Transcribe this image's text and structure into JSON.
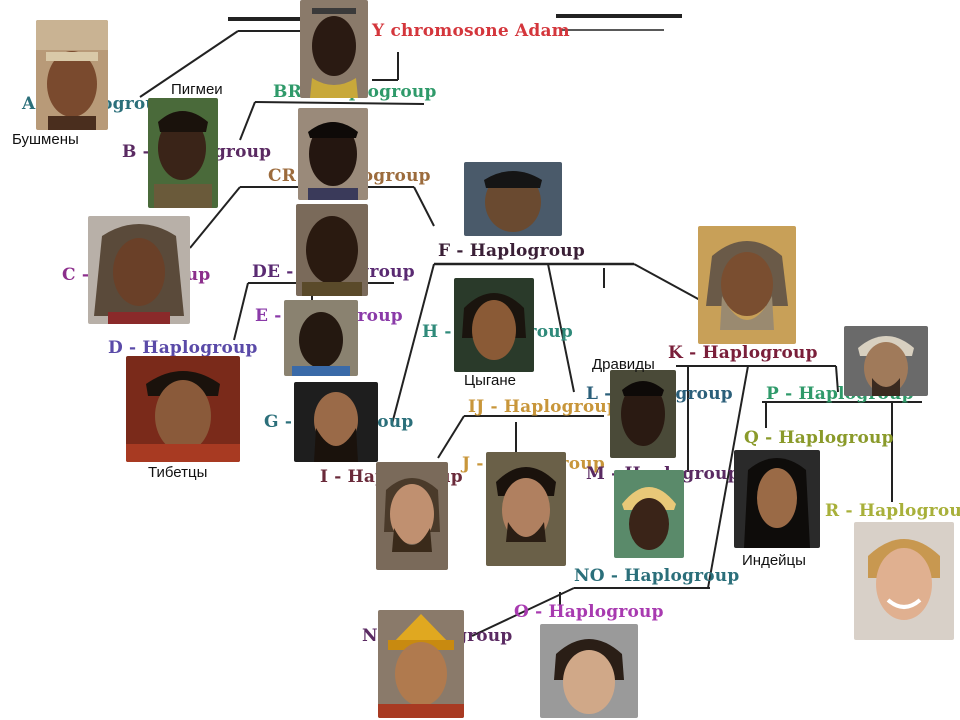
{
  "diagram": {
    "root": {
      "label": "Y chromosone Adam",
      "color": "#d4363c"
    },
    "haplogroups": [
      {
        "key": "A",
        "label": "A - Haplogroup",
        "color": "#2b6f7a"
      },
      {
        "key": "BR",
        "label": "BR - Haplogroup",
        "color": "#2f9a6a"
      },
      {
        "key": "B",
        "label": "B - Haplogroup",
        "color": "#5a2a62"
      },
      {
        "key": "CR",
        "label": "CR - Haplogroup",
        "color": "#9c6b3c"
      },
      {
        "key": "C",
        "label": "C - Haplogroup",
        "color": "#8c2e8c"
      },
      {
        "key": "F",
        "label": "F - Haplogroup",
        "color": "#3a1f36"
      },
      {
        "key": "DE",
        "label": "DE - Haplogroup",
        "color": "#5a2a72"
      },
      {
        "key": "E",
        "label": "E - Haplogroup",
        "color": "#8a3aa8"
      },
      {
        "key": "D",
        "label": "D - Haplogroup",
        "color": "#5a4aa8"
      },
      {
        "key": "H",
        "label": "H - Haplogroup",
        "color": "#2f8a7a"
      },
      {
        "key": "K",
        "label": "K - Haplogroup",
        "color": "#7a1f3a"
      },
      {
        "key": "G",
        "label": "G - Haplogroup",
        "color": "#2b6f7a"
      },
      {
        "key": "IJ",
        "label": "IJ - Haplogroup",
        "color": "#c8963a"
      },
      {
        "key": "L",
        "label": "L - Haplogroup",
        "color": "#2b5f7a"
      },
      {
        "key": "P",
        "label": "P - Haplogroup",
        "color": "#2f9a6a"
      },
      {
        "key": "Q",
        "label": "Q - Haplogroup",
        "color": "#8a9a2a"
      },
      {
        "key": "I",
        "label": "I - Haplogroup",
        "color": "#6a2a3a"
      },
      {
        "key": "J",
        "label": "J - Haplogroup",
        "color": "#c8963a"
      },
      {
        "key": "M",
        "label": "M - Haplogroup",
        "color": "#5a2a62"
      },
      {
        "key": "R",
        "label": "R - Haplogroup",
        "color": "#a8b03a"
      },
      {
        "key": "NO",
        "label": "NO - Haplogroup",
        "color": "#2b6f7a"
      },
      {
        "key": "O",
        "label": "O - Haplogroup",
        "color": "#a83ab0"
      },
      {
        "key": "N",
        "label": "N - Haplogroup",
        "color": "#5a2a62"
      }
    ],
    "populations": [
      {
        "key": "bushmen",
        "label": "Бушмены"
      },
      {
        "key": "pygmies",
        "label": "Пигмеи"
      },
      {
        "key": "tibetans",
        "label": "Тибетцы"
      },
      {
        "key": "gypsies",
        "label": "Цыгане"
      },
      {
        "key": "dravidians",
        "label": "Дравиды"
      },
      {
        "key": "indians",
        "label": "Индейцы"
      }
    ]
  }
}
